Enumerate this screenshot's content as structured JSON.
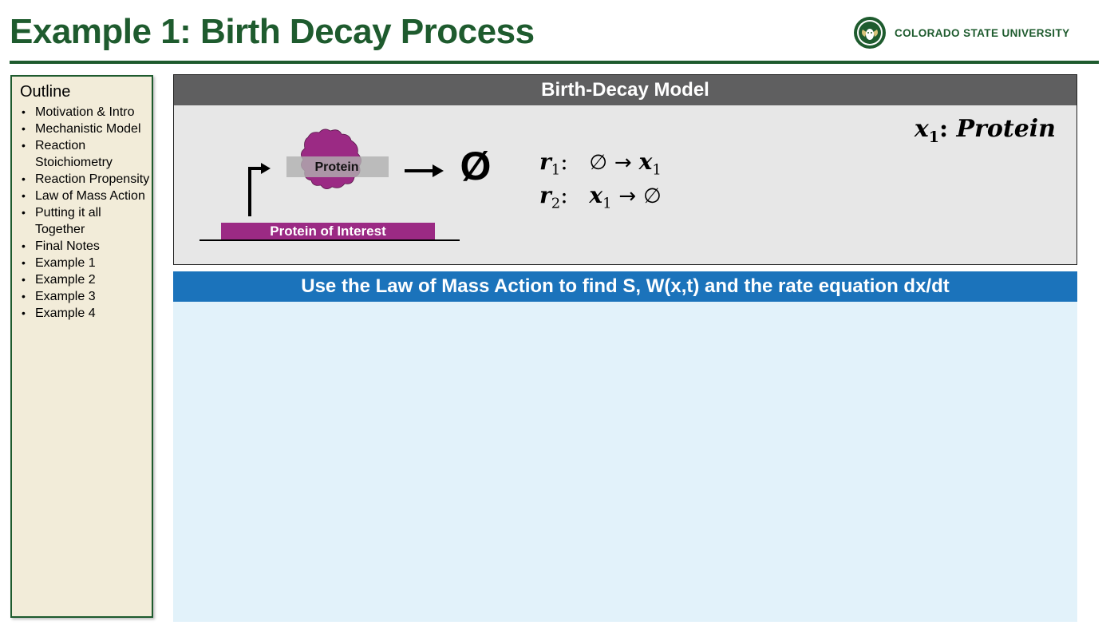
{
  "header": {
    "title": "Example 1: Birth Decay Process",
    "logo_text": "COLORADO STATE UNIVERSITY"
  },
  "outline": {
    "title": "Outline",
    "items": [
      "Motivation & Intro",
      "Mechanistic Model",
      "Reaction Stoichiometry",
      "Reaction Propensity",
      "Law of Mass Action",
      "Putting it all Together",
      "Final Notes",
      "Example 1",
      "Example 2",
      "Example 3",
      "Example 4"
    ]
  },
  "model": {
    "header": "Birth-Decay Model",
    "protein_label": "Protein",
    "gene_label": "Protein of Interest",
    "empty_set_symbol": "Ø",
    "species_symbol": "x",
    "species_subscript": "1",
    "species_name": "Protein",
    "reactions": [
      {
        "name": "r",
        "index": "1",
        "lhs": "∅",
        "arrow": "→",
        "rhs_var": "x",
        "rhs_index": "1",
        "rhs": ""
      },
      {
        "name": "r",
        "index": "2",
        "lhs_var": "x",
        "lhs_index": "1",
        "arrow": "→",
        "rhs": "∅"
      }
    ]
  },
  "question": {
    "text": "Use the Law of Mass Action to find S, W(x,t) and the rate equation dx/dt"
  },
  "colors": {
    "title_green": "#1e5b2e",
    "protein_magenta": "#9b2a84",
    "header_gray": "#5f5f60",
    "question_blue": "#1b73bb",
    "answer_bg": "#e2f2fa",
    "outline_bg": "#f2ecd9"
  }
}
